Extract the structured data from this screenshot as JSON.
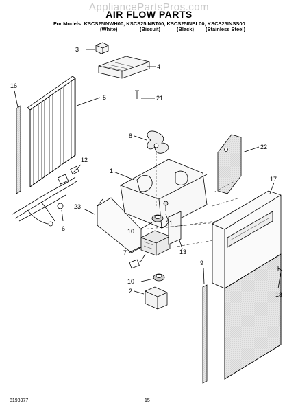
{
  "header": {
    "watermark": "AppliancePartsPros.com",
    "title": "AIR FLOW PARTS",
    "models_prefix": "For Models:",
    "models": "KSCS25INWH00, KSCS25INBT00, KSCS25INBL00, KSCS25INSS00",
    "colors": [
      "(White)",
      "(Biscuit)",
      "(Black)",
      "(Stainless Steel)"
    ]
  },
  "callouts": {
    "c1": "1",
    "c2": "2",
    "c3": "3",
    "c4": "4",
    "c5": "5",
    "c6": "6",
    "c7": "7",
    "c8": "8",
    "c9": "9",
    "c10a": "10",
    "c10b": "10",
    "c12": "12",
    "c13": "13",
    "c16": "16",
    "c17": "17",
    "c18": "18",
    "c21a": "21",
    "c21b": "21",
    "c22": "22",
    "c23": "23"
  },
  "footer": {
    "part_number": "8198977",
    "page": "15"
  }
}
